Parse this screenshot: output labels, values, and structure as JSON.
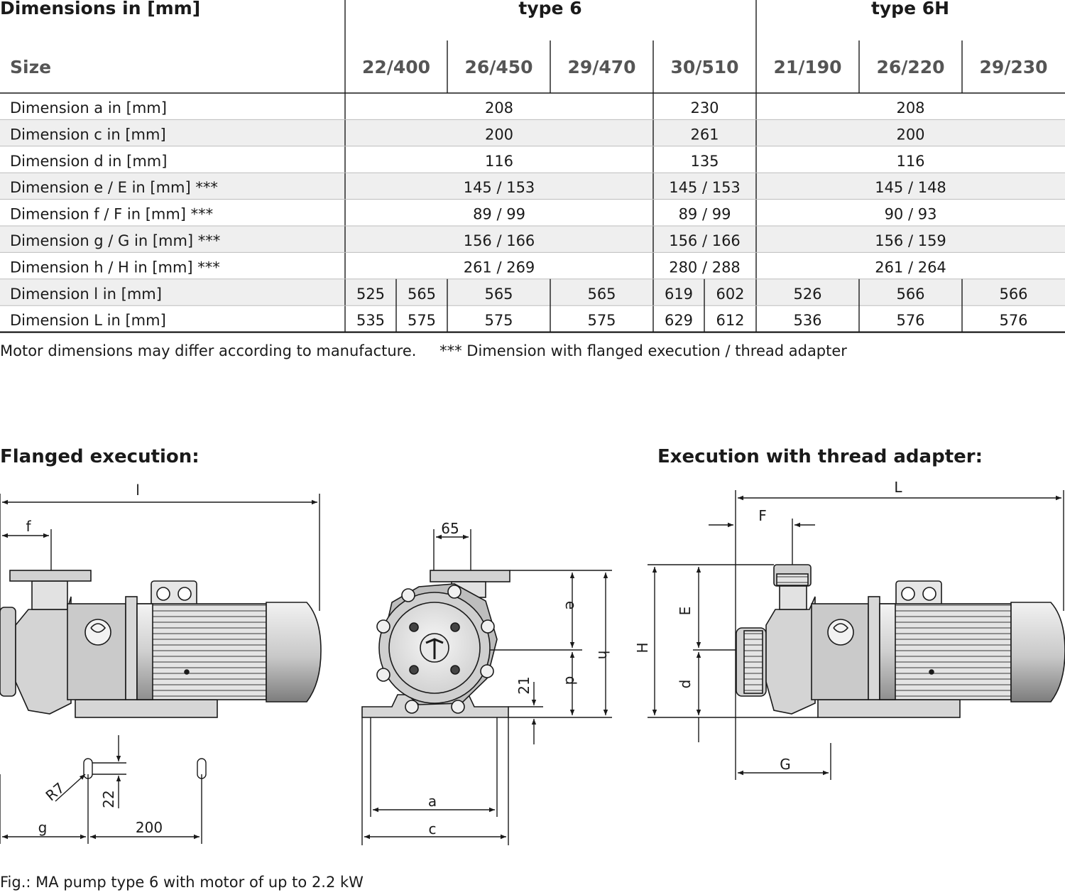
{
  "table": {
    "corner_label": "Dimensions in [mm]",
    "size_label": "Size",
    "groups": [
      "type 6",
      "type 6H"
    ],
    "sizes": [
      "22/400",
      "26/450",
      "29/470",
      "30/510",
      "21/190",
      "26/220",
      "29/230"
    ],
    "rows": [
      {
        "label": "Dimension a in [mm]",
        "cells": [
          "208",
          "230",
          "208"
        ]
      },
      {
        "label": "Dimension c in [mm]",
        "cells": [
          "200",
          "261",
          "200"
        ]
      },
      {
        "label": "Dimension d in [mm]",
        "cells": [
          "116",
          "135",
          "116"
        ]
      },
      {
        "label": "Dimension e / E in [mm] ***",
        "cells": [
          "145 / 153",
          "145 / 153",
          "145 / 148"
        ]
      },
      {
        "label": "Dimension f / F in [mm] ***",
        "cells": [
          "89 / 99",
          "89 / 99",
          "90 / 93"
        ]
      },
      {
        "label": "Dimension g / G in [mm] ***",
        "cells": [
          "156 / 166",
          "156 / 166",
          "156 / 159"
        ]
      },
      {
        "label": "Dimension h / H in [mm] ***",
        "cells": [
          "261 / 269",
          "280 / 288",
          "261 / 264"
        ]
      },
      {
        "label": "Dimension l in [mm]",
        "cells": [
          "525",
          "565",
          "565",
          "565",
          "619",
          "602",
          "526",
          "566",
          "566"
        ]
      },
      {
        "label": "Dimension L in [mm]",
        "cells": [
          "535",
          "575",
          "575",
          "575",
          "629",
          "612",
          "536",
          "576",
          "576"
        ]
      }
    ]
  },
  "notes": {
    "motor": "Motor dimensions may differ according to manufacture.",
    "flanged": "*** Dimension with flanged execution / thread adapter"
  },
  "sections": {
    "flanged_title": "Flanged execution:",
    "thread_title": "Execution with thread adapter:"
  },
  "drawing_labels": {
    "l": "l",
    "f": "f",
    "g": "g",
    "spacing": "200",
    "r7": "R7",
    "slot": "22",
    "w65": "65",
    "e": "e",
    "d": "d",
    "h": "h",
    "h21": "21",
    "a": "a",
    "c": "c",
    "L": "L",
    "F": "F",
    "E": "E",
    "H": "H",
    "d2": "d",
    "G": "G"
  },
  "colors": {
    "ink": "#1a1a1a",
    "stripe": "#efefef",
    "metal": "#d9d9d9",
    "shade": "#b5b5b5"
  },
  "caption": "Fig.: MA pump type 6 with motor of up to 2.2 kW"
}
